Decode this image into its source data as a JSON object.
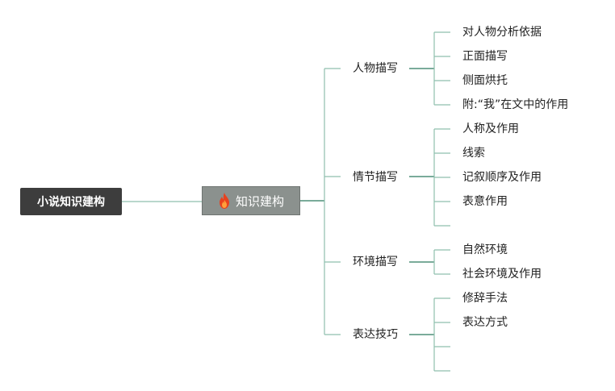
{
  "root": {
    "label": "小说知识建构"
  },
  "center": {
    "label": "知识建构",
    "icon": "flame-icon"
  },
  "branches": [
    {
      "label": "人物描写",
      "children": [
        "对人物分析依据",
        "正面描写",
        "侧面烘托",
        "附:“我”在文中的作用"
      ]
    },
    {
      "label": "情节描写",
      "children": [
        "人称及作用",
        "线索",
        "记叙顺序及作用",
        "表意作用",
        ""
      ]
    },
    {
      "label": "环境描写",
      "children": [
        "自然环境",
        "社会环境及作用"
      ]
    },
    {
      "label": "表达技巧",
      "children": [
        "修辞手法",
        "表达方式",
        "",
        ""
      ]
    }
  ],
  "colors": {
    "line": "#8fbfae",
    "line_dark": "#4f8f78",
    "root_bg": "#3d3d3d",
    "center_bg": "#8b918e"
  }
}
